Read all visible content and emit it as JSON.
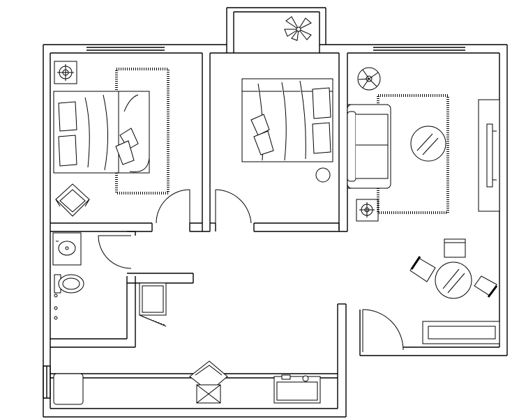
{
  "diagram": {
    "type": "floor-plan",
    "colors": {
      "background": "#ffffff",
      "wall": "#000000",
      "fixture": "#000000"
    },
    "rooms": [
      "balcony",
      "bedroom-left",
      "bedroom-middle",
      "living-room",
      "bathroom",
      "hallway",
      "kitchen"
    ],
    "furniture_icons": [
      "balcony-plant-icon",
      "bed-left-icon",
      "bed-middle-icon",
      "nightstand-lamp-icon",
      "armchair-icon",
      "plant-pot-icon",
      "sofa-icon",
      "area-rug-icon",
      "coffee-table-icon",
      "tv-cabinet-icon",
      "dining-table-icon",
      "dining-chair-icon",
      "sink-icon",
      "toilet-icon",
      "wardrobe-icon",
      "kitchen-stove-icon",
      "kitchen-sink-icon",
      "shoe-cabinet-icon",
      "door-swing-icon"
    ]
  }
}
